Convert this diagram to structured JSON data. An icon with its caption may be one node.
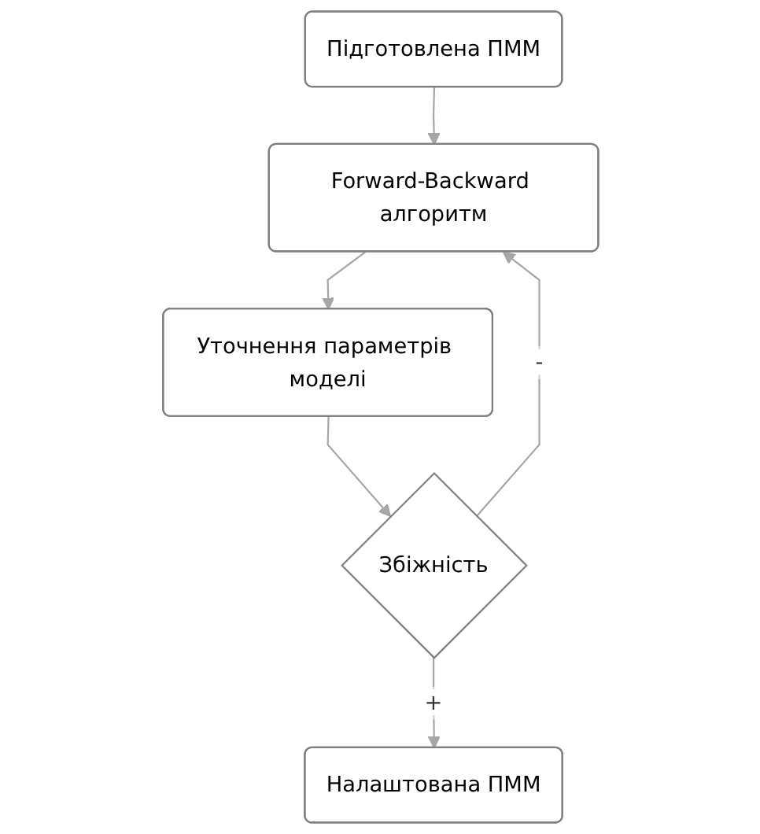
{
  "diagram": {
    "nodes": [
      {
        "text": [
          "Підготовлена ПММ"
        ]
      },
      {
        "text": [
          "Forward-Backward алгоритм"
        ]
      },
      {
        "text": [
          "Уточнення параметрів моделі"
        ]
      },
      {
        "text": [
          "Збіжність"
        ]
      },
      {
        "text": [
          "Налаштована ПММ"
        ]
      }
    ],
    "edges": [
      {
        "from": 0,
        "to": 1,
        "arrow": "to"
      },
      {
        "from": 1,
        "to": 2,
        "arrow": "to"
      },
      {
        "from": 2,
        "to": 3,
        "arrow": "to"
      },
      {
        "from": 3,
        "to": 4,
        "arrow": "to",
        "label": "+"
      },
      {
        "from": 3,
        "to": 1,
        "arrow": "to",
        "label": "-"
      }
    ]
  }
}
